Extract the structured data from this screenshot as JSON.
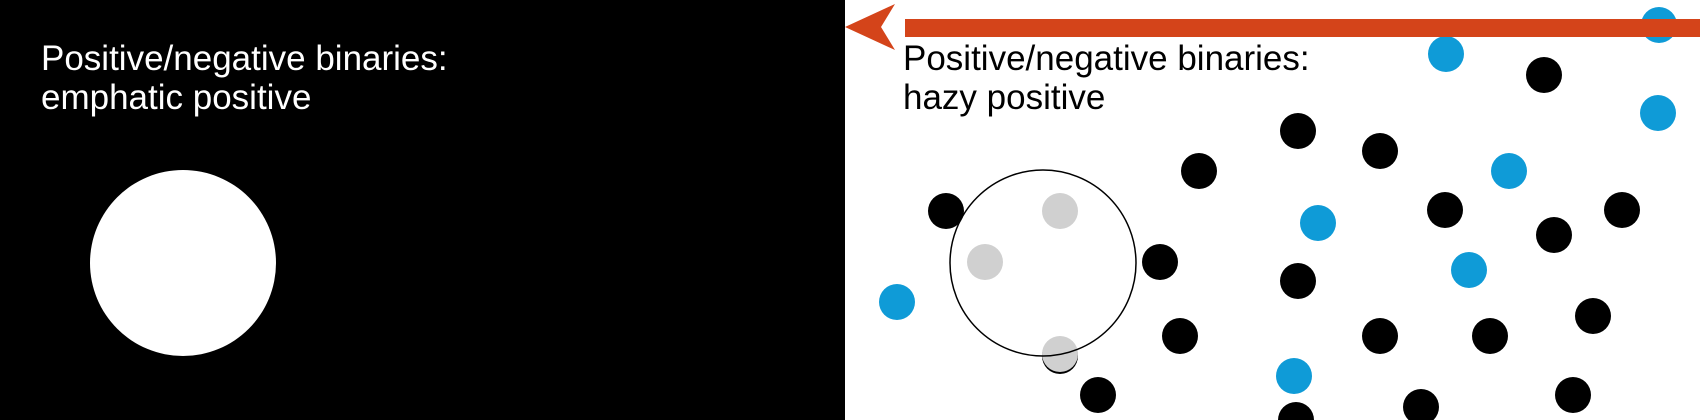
{
  "panels": {
    "left": {
      "caption_line1": "Positive/negative binaries:",
      "caption_line2": "emphatic positive",
      "background": "#000000",
      "text_color": "#ffffff",
      "shape_color": "#ffffff"
    },
    "right": {
      "caption_line1": "Positive/negative binaries:",
      "caption_line2": "hazy positive",
      "background": "#ffffff",
      "text_color": "#000000",
      "arrow_color": "#d4441a",
      "dot_colors": {
        "black": "#000000",
        "blue": "#0f9bd7",
        "gray": "#d0d0d0"
      }
    }
  }
}
